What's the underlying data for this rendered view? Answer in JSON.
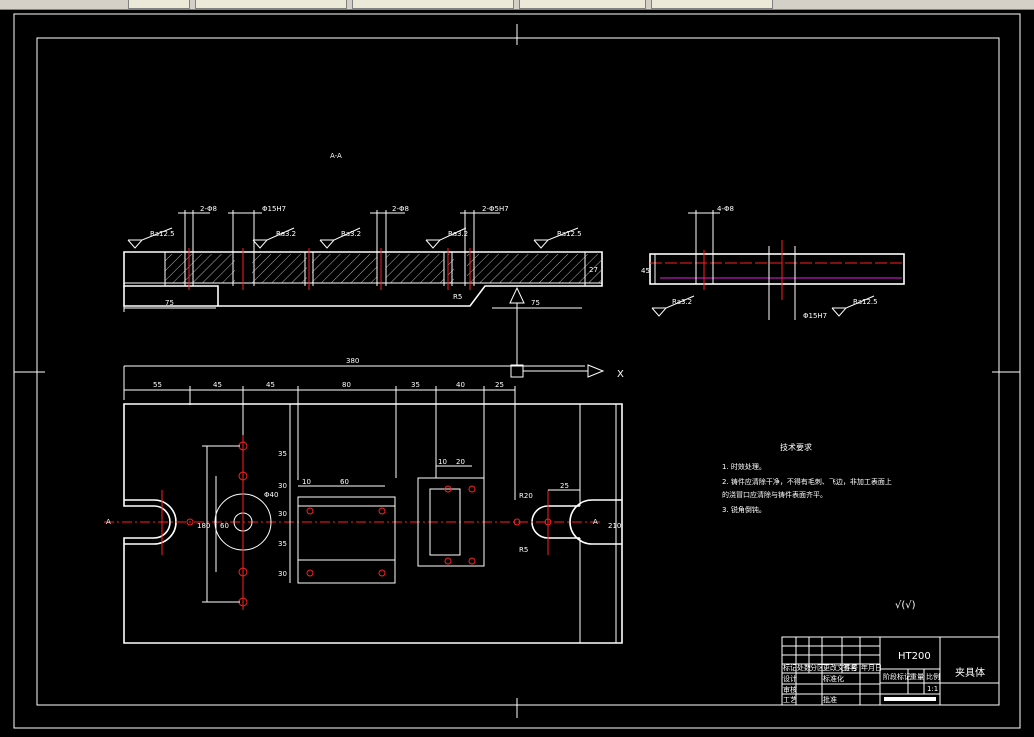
{
  "window": {
    "toolbar_tabs": [
      "",
      "",
      "",
      "",
      ""
    ]
  },
  "drawing": {
    "section_label": "A-A",
    "section_dims": {
      "d1": "2-Φ8",
      "d2": "Φ15H7",
      "d3": "2-Φ8",
      "d4": "2-Φ5H7",
      "height": "27",
      "left_len": "75",
      "right_len": "75",
      "rad": "R5"
    },
    "roughness": {
      "r1": "Ra12.5",
      "r2": "Ra3.2",
      "r3": "Ra3.2",
      "r4": "Ra3.2",
      "r5": "Ra12.5",
      "r6": "Ra3.2",
      "r7": "Ra12.5"
    },
    "side_view": {
      "d1": "4-Φ8",
      "height": "45",
      "d2": "Φ15H7"
    },
    "plan_dims": {
      "total": "380",
      "c1": "55",
      "c2": "45",
      "c3": "45",
      "c4": "80",
      "c5": "35",
      "c6": "40",
      "c7": "25",
      "inner1": "10",
      "inner2": "60",
      "inner3": "10",
      "inner4": "20",
      "right1": "25",
      "height": "210",
      "dia": "Φ40",
      "r1": "R20",
      "r2": "R5",
      "v1": "180",
      "v2": "60",
      "s1": "35",
      "s2": "30",
      "s3": "30",
      "s4": "35",
      "s5": "30",
      "sec_left": "A",
      "sec_right": "A"
    },
    "x_mark": "X",
    "tech_req": {
      "title": "技术要求",
      "items": [
        "1. 时效处理。",
        "2. 铸件应清除干净，不得有毛刺、飞边，非加工表面上",
        "的浇冒口应清除与铸件表面齐平。",
        "3. 锐角倒钝。"
      ]
    },
    "finish_symbol": "√(√)",
    "title_block": {
      "material": "HT200",
      "part_name": "夹具体",
      "labels": {
        "mark": "标记",
        "count": "处数",
        "zone": "分区",
        "docno": "更改文件号",
        "sign": "签名",
        "date": "年月日",
        "design": "设计",
        "std": "标准化",
        "review": "审核",
        "craft": "工艺",
        "approve": "批准",
        "stage": "阶段标记",
        "weight": "重量",
        "scale": "比例",
        "scale_value": "1:1"
      }
    }
  }
}
